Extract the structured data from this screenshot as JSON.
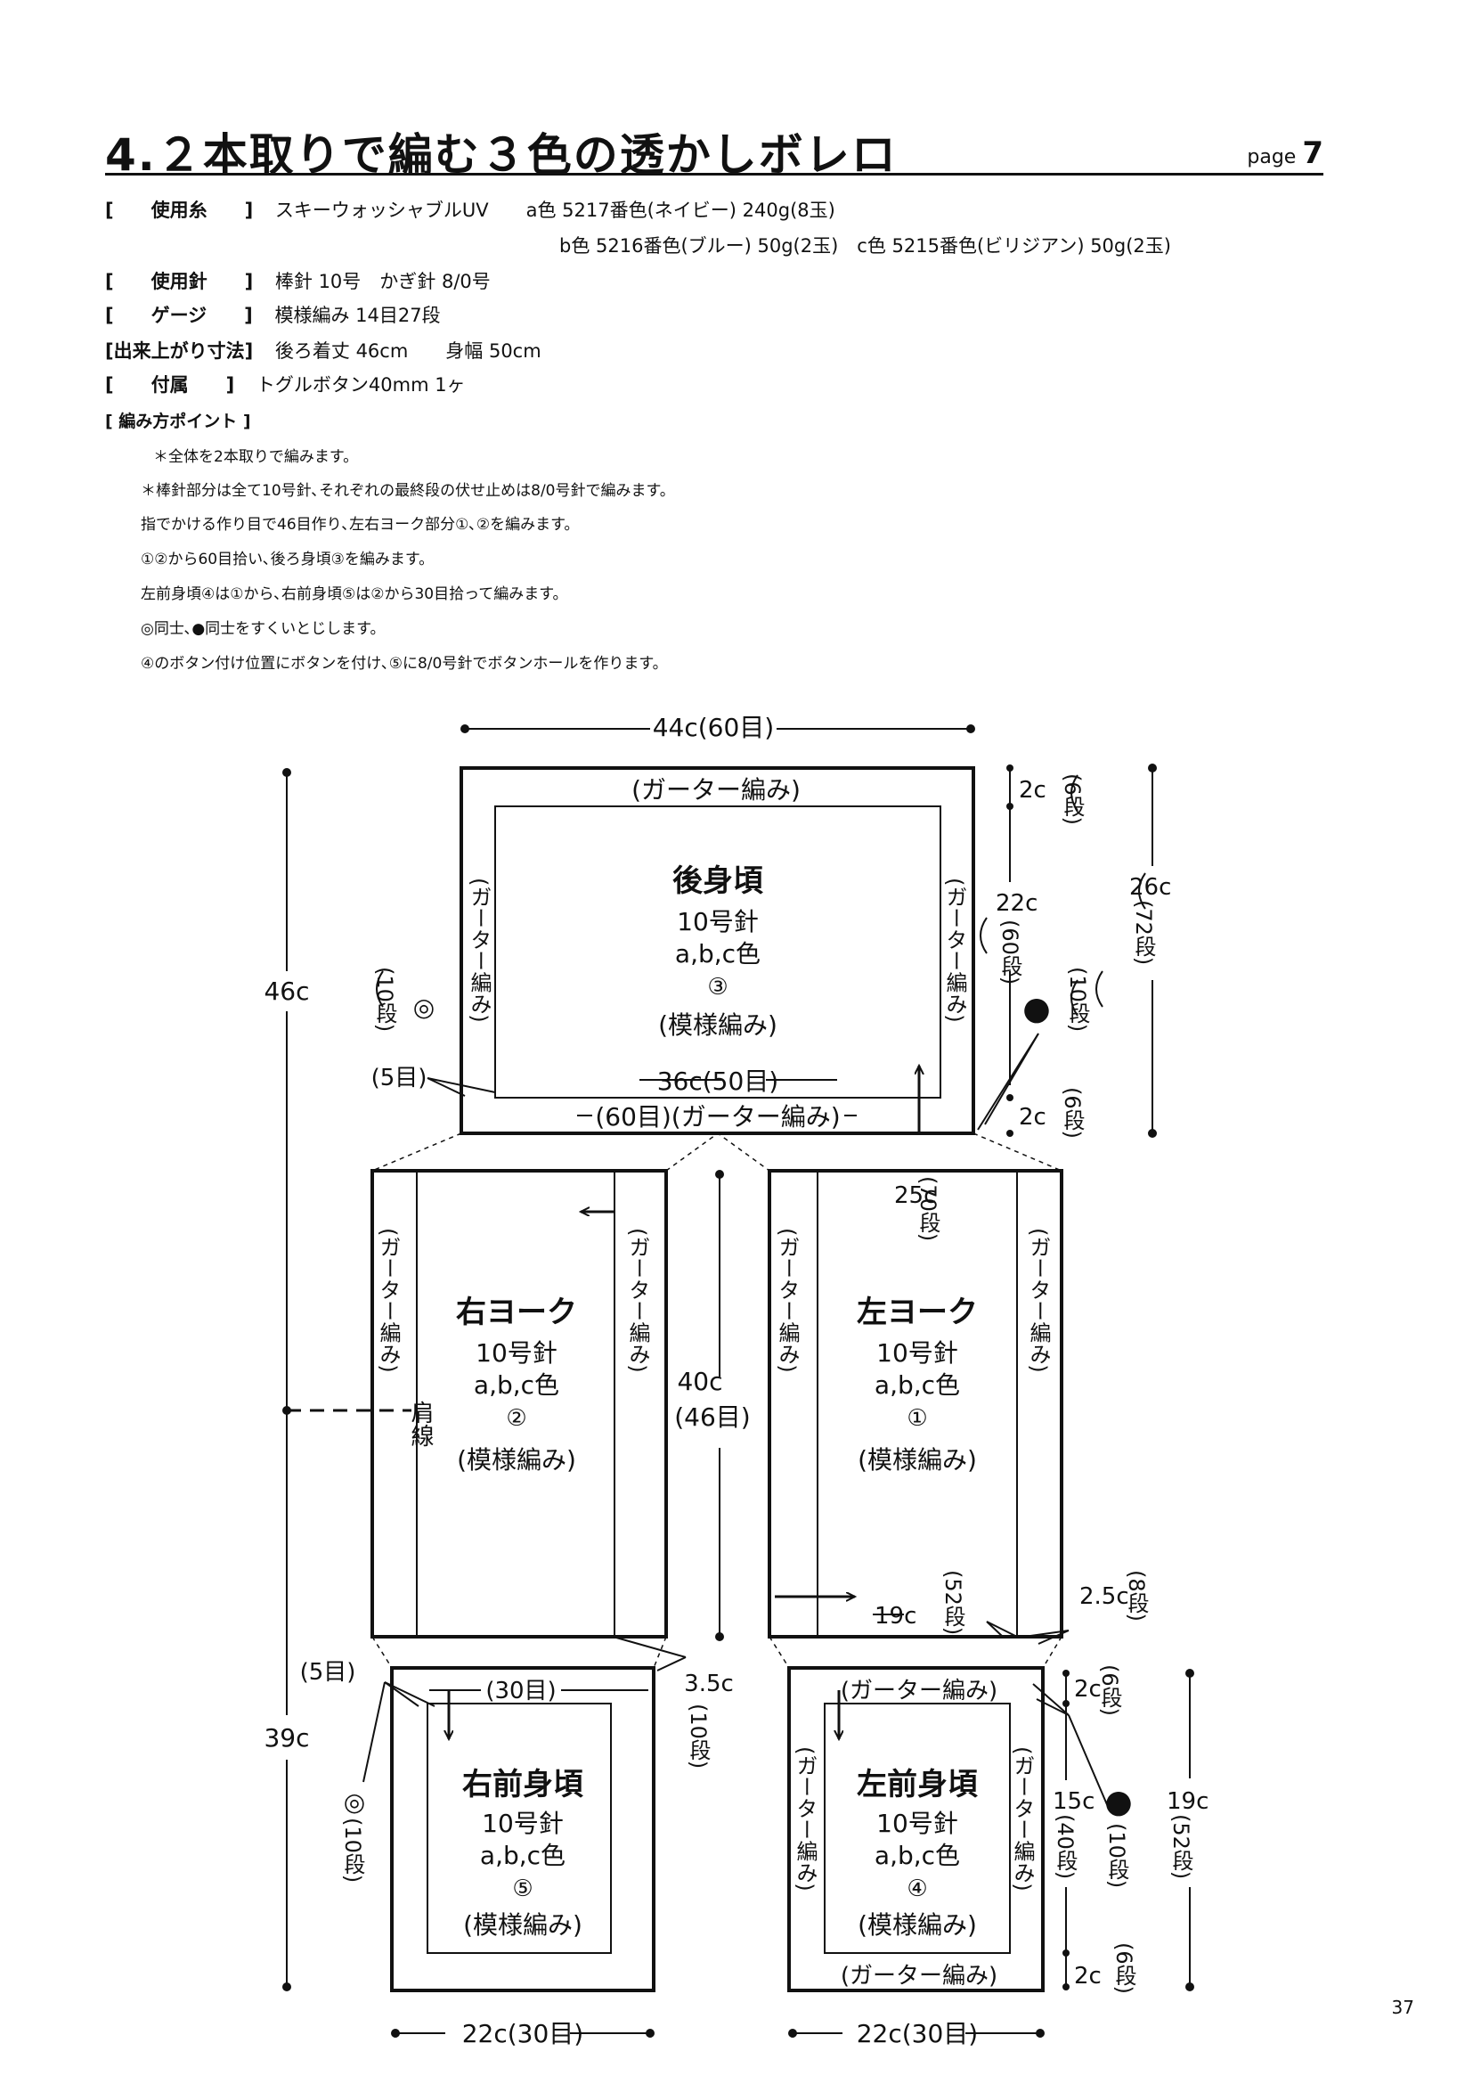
{
  "header": {
    "title": "4.２本取りで編む３色の透かしボレロ",
    "page_word": "page",
    "page_no": "7"
  },
  "specs": {
    "yarn_label": "[　　使用糸　　]",
    "yarn_value1": "スキーウォッシャブルUV　　a色 5217番色(ネイビー) 240g(8玉)",
    "yarn_value2": "b色 5216番色(ブルー) 50g(2玉)　c色 5215番色(ビリジアン) 50g(2玉)",
    "needle_label": "[　　使用針　　]",
    "needle_value": "棒針 10号　かぎ針 8/0号",
    "gauge_label": "[　　ゲージ　　]",
    "gauge_value": "模様編み 14目27段",
    "size_label": "[出来上がり寸法]",
    "size_value": "後ろ着丈 46cm　　身幅 50cm",
    "acc_label": "[　　付属　　]",
    "acc_value": "トグルボタン40mm 1ヶ"
  },
  "notes": {
    "heading": "[ 編み方ポイント ]",
    "lines": [
      "＊全体を2本取りで編みます。",
      "＊棒針部分は全て10号針､それぞれの最終段の伏せ止めは8/0号針で編みます。",
      "指でかける作り目で46目作り､左右ヨーク部分①､②を編みます。",
      "①②から60目拾い､後ろ身頃③を編みます。",
      "左前身頃④は①から､右前身頃⑤は②から30目拾って編みます。",
      "◎同士､●同士をすくいとじします。",
      "④のボタン付け位置にボタンを付け､⑤に8/0号針でボタンホールを作ります。"
    ]
  },
  "diagram": {
    "back": {
      "name": "後身頃",
      "needle": "10号針",
      "color": "a,b,c色",
      "num": "③",
      "pattern": "(模様編み)"
    },
    "ryoke": {
      "name": "右ヨーク",
      "needle": "10号針",
      "color": "a,b,c色",
      "num": "②",
      "pattern": "(模様編み)"
    },
    "lyoke": {
      "name": "左ヨーク",
      "needle": "10号針",
      "color": "a,b,c色",
      "num": "①",
      "pattern": "(模様編み)"
    },
    "rfront": {
      "name": "右前身頃",
      "needle": "10号針",
      "color": "a,b,c色",
      "num": "⑤",
      "pattern": "(模様編み)"
    },
    "lfront": {
      "name": "左前身頃",
      "needle": "10号針",
      "color": "a,b,c色",
      "num": "④",
      "pattern": "(模様編み)"
    },
    "garter_h": "(ガーター編み)",
    "garter_v": "(ガーター編み)",
    "top_width": "44c(60目)",
    "back_inner_width": "36c(50目)",
    "back_bottom": "(60目)(ガーター編み)",
    "total_height": "46c",
    "lower_height": "39c",
    "d2c": "2c",
    "d6dan": "(6段)",
    "d22c": "22c",
    "d60dan": "(60段)",
    "d26c": "26c",
    "d72dan": "(72段)",
    "d10dan": "(10段)",
    "d5me": "(5目)",
    "d25c": "25c",
    "d70dan": "(70段)",
    "d40c": "40c",
    "d46me": "(46目)",
    "shoulder": "肩線",
    "d19c": "19c",
    "d52dan": "(52段)",
    "d25c2": "2.5c",
    "d8dan": "(8段)",
    "d30me": "(30目)",
    "d35c": "3.5c",
    "d15c": "15c",
    "d40dan": "(40段)",
    "front_width": "22c(30目)",
    "mark_double": "◎",
    "mark_dot": "●"
  },
  "footer": {
    "page_number": "37"
  }
}
